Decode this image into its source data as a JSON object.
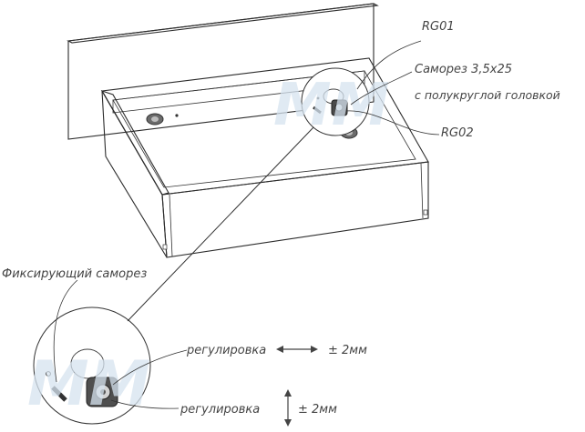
{
  "labels": {
    "rg01": "RG01",
    "screw_line1": "Саморез 3,5х25",
    "screw_line2": "с полукруглой головкой",
    "rg02": "RG02",
    "fixing_screw": "Фиксирующий саморез",
    "adjust_h": "регулировка",
    "adjust_h_value": "± 2мм",
    "adjust_v": "регулировка",
    "adjust_v_value": "± 2мм"
  },
  "colors": {
    "front_panel": "#ededed",
    "drawer_face": "#f4f4f4",
    "drawer_inner": "#fafafa",
    "edge_stroke": "#2b2b2b",
    "label_text": "#444444",
    "watermark": "#d6e3ef"
  },
  "watermark_glyph": "MM"
}
